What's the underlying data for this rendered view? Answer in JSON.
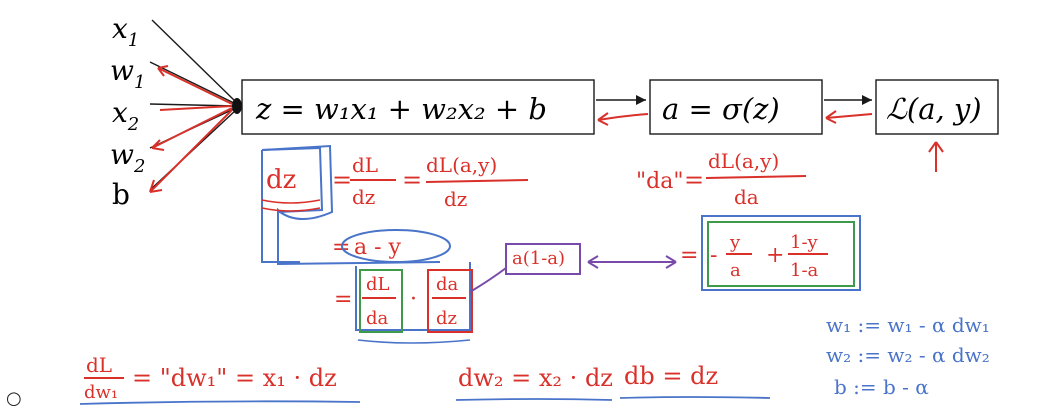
{
  "colors": {
    "ink": "#1a1a1a",
    "red": "#d9302a",
    "blue": "#4a74c9",
    "green": "#3f9a4c",
    "purple": "#7a4aa8"
  },
  "inputs": {
    "x1": "x",
    "x1_sub": "1",
    "w1": "w",
    "w1_sub": "1",
    "x2": "x",
    "x2_sub": "2",
    "w2": "w",
    "w2_sub": "2",
    "b": "b"
  },
  "boxes": {
    "z_box": "z =  w₁x₁ + w₂x₂ + b",
    "a_box": "a = σ(z)",
    "loss_box": "ℒ(a, y)"
  },
  "annotations": {
    "dz_lhs": "dz",
    "eq": "=",
    "dL": "dL",
    "dz_den": "dz",
    "dLay": "dL(a,y)",
    "da_quote": "\"da\"",
    "dLay2": "dL(a,y)",
    "da_den": "da",
    "a_minus_y": "a - y",
    "a1ma": "a(1-a)",
    "neg_y": "-",
    "y_num": "y",
    "a_den": "a",
    "plus": "+",
    "one_minus_y": "1-y",
    "one_minus_a": "1-a",
    "dL2": "dL",
    "da2": "da",
    "da3": "da",
    "dz3": "dz",
    "dot": "·",
    "dL_dw1_num": "dL",
    "dL_dw1_den": "dw₁",
    "dw1_quote": "= \"dw₁\" = x₁ · dz",
    "dw2": "dw₂ = x₂ · dz",
    "db": "db = dz",
    "upd1": "w₁ := w₁ - α dw₁",
    "upd2": "w₂ := w₂ - α dw₂",
    "upd3": "b := b - α",
    "bullet": "○"
  }
}
